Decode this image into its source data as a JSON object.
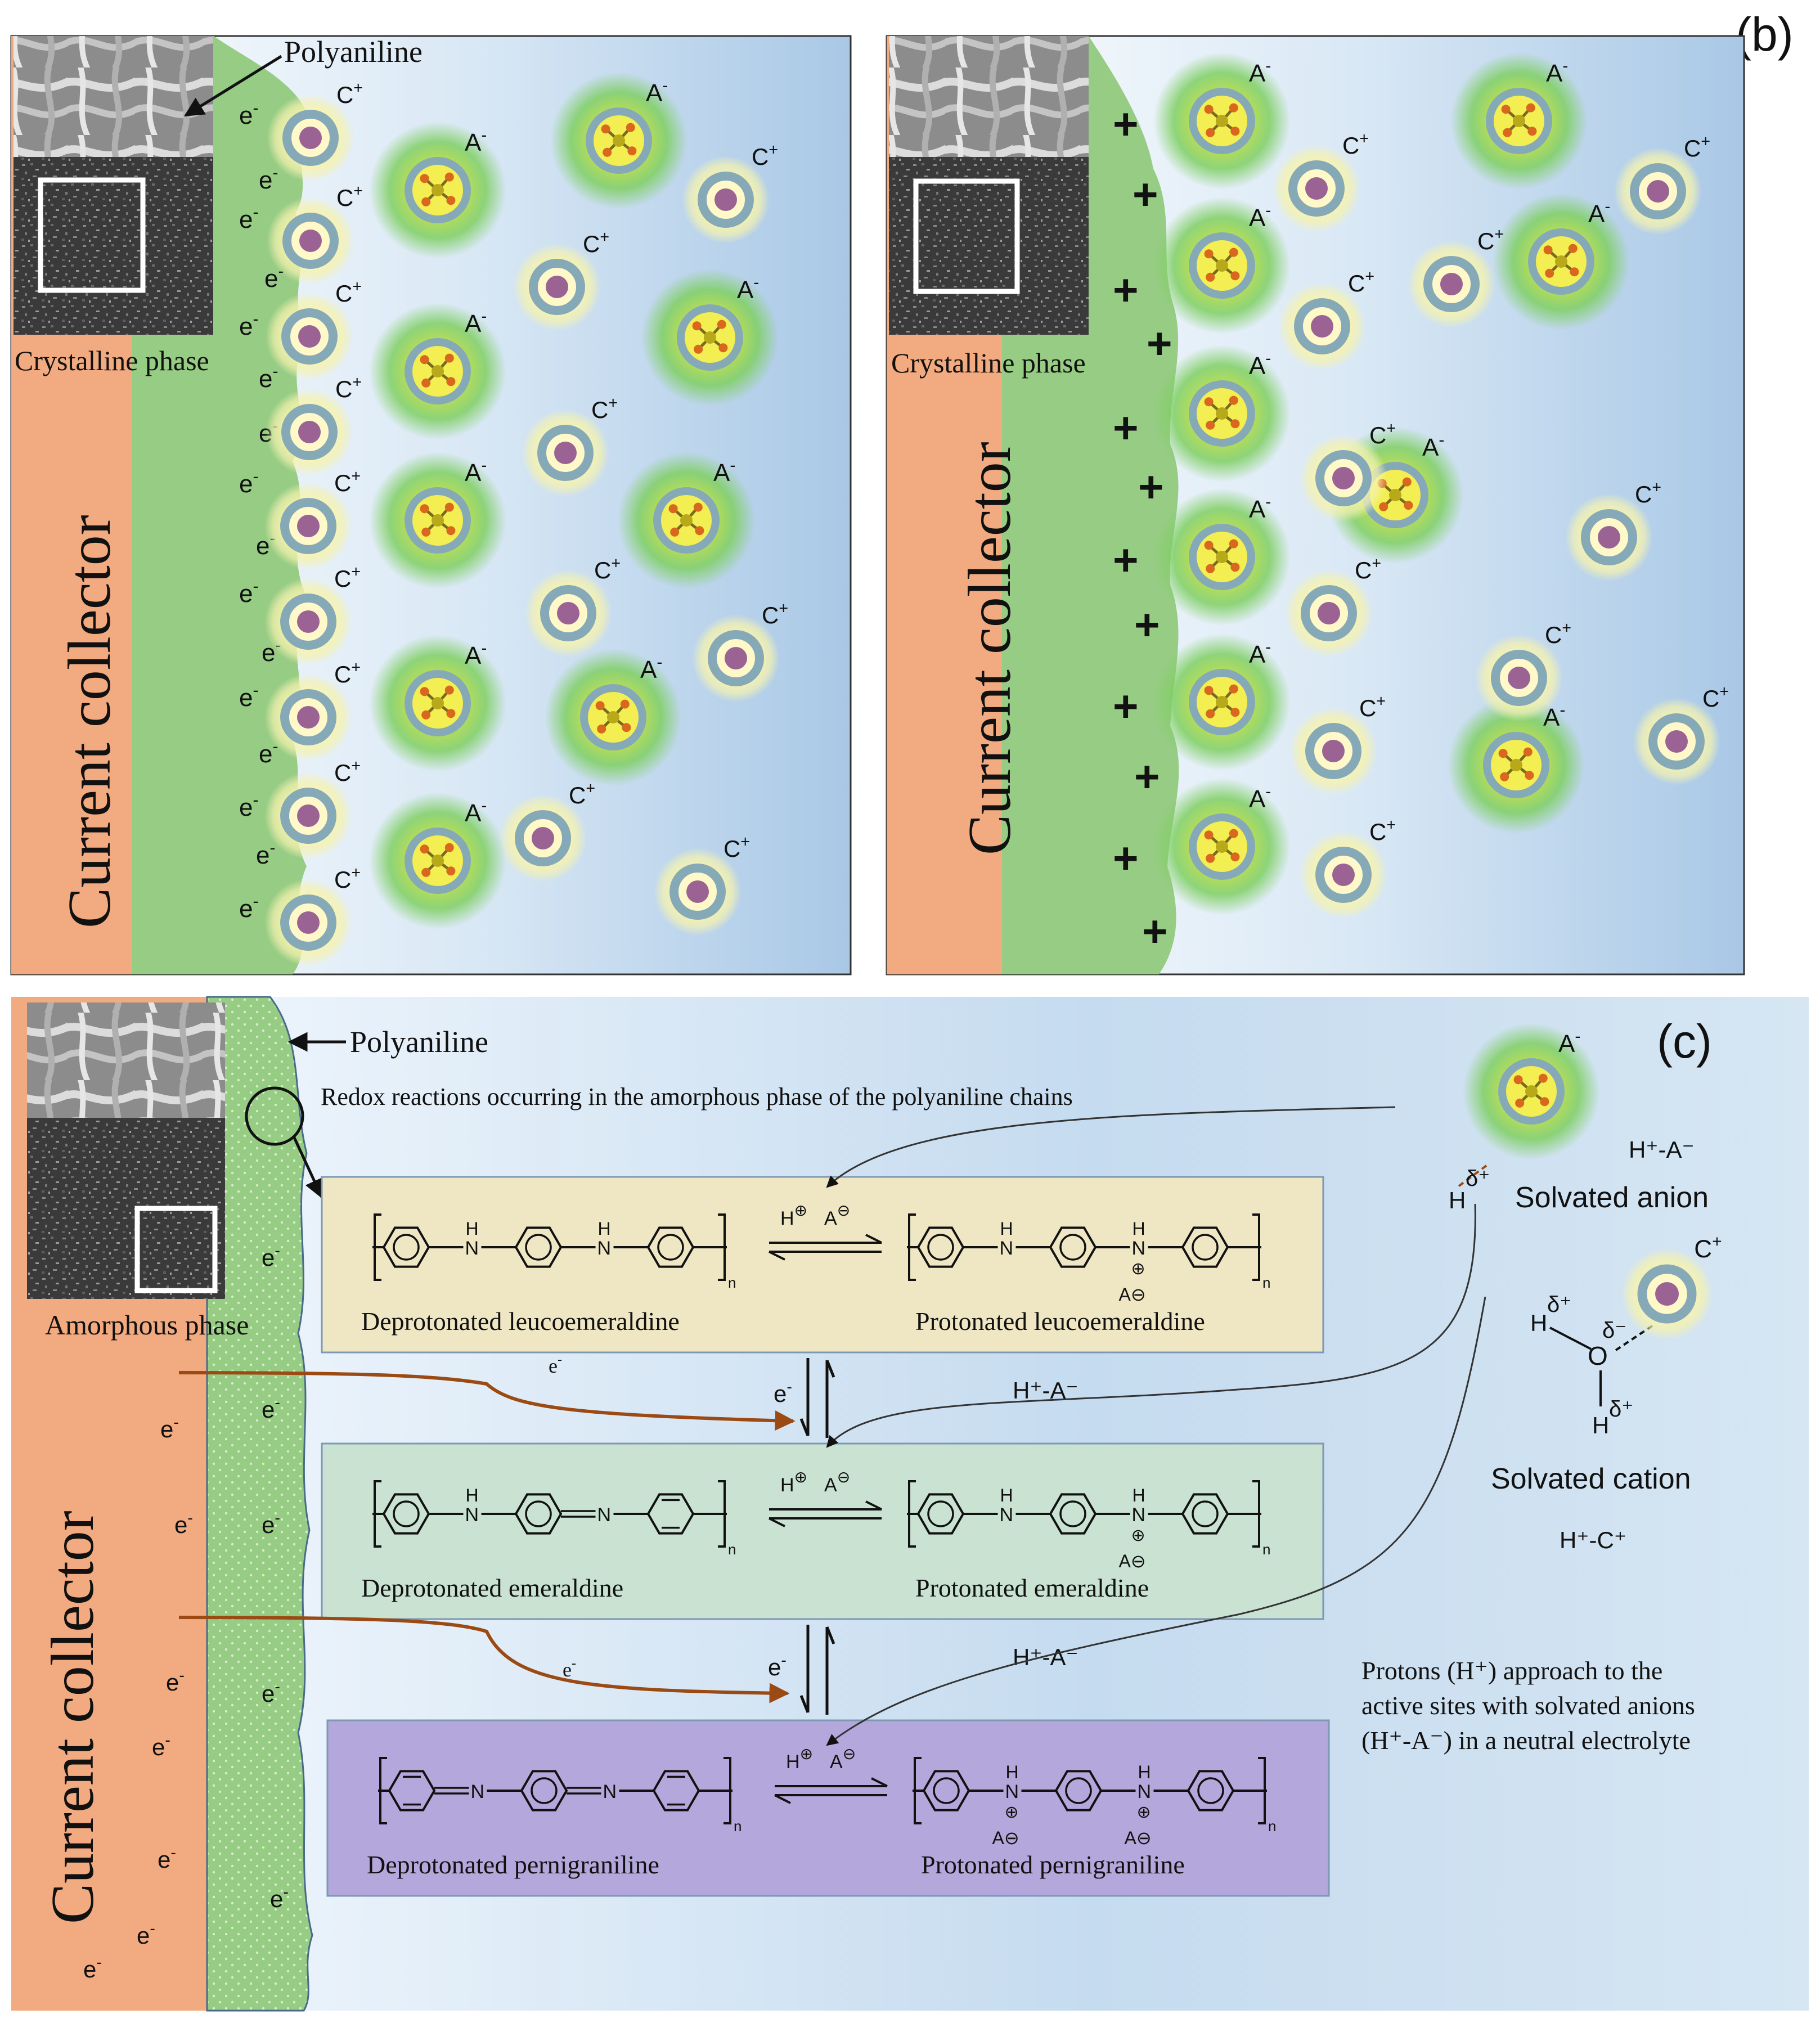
{
  "panel_b": {
    "label": "(b)",
    "left": {
      "polyaniline_label": "Polyaniline",
      "crystalline_label": "Crystalline phase",
      "collector_label": "Current collector",
      "electron": "e",
      "cation": "C",
      "anion": "A"
    },
    "right": {
      "crystalline_label": "Crystalline phase",
      "collector_label": "Current collector",
      "plus": "+",
      "cation": "C",
      "anion": "A"
    }
  },
  "panel_c": {
    "label": "(c)",
    "polyaniline_label": "Polyaniline",
    "amorphous_label": "Amorphous phase",
    "collector_label": "Current collector",
    "redox_text": "Redox reactions occurring in the amorphous phase of the polyaniline chains",
    "electron": "e",
    "n": "n",
    "proton": "H",
    "anion": "A",
    "cation": "C",
    "circled_plus": "⊕",
    "circled_minus": "⊖",
    "nitrogen": "N",
    "hydrogen": "H",
    "rows": [
      {
        "left": "Deprotonated leucoemeraldine",
        "right": "Protonated leucoemeraldine"
      },
      {
        "left": "Deprotonated emeraldine",
        "right": "Protonated emeraldine"
      },
      {
        "left": "Deprotonated pernigraniline",
        "right": "Protonated pernigraniline"
      }
    ],
    "between_pair": "H⁺-A⁻",
    "solvated_anion_label": "Solvated anion",
    "solvated_anion_pair": "H⁺-A⁻",
    "solvated_cation_label": "Solvated cation",
    "solvated_cation_pair": "H⁺-C⁺",
    "delta_plus": "δ⁺",
    "delta_minus": "δ⁻",
    "oxygen": "O",
    "note_lines": [
      "Protons (H⁺) approach to the",
      "active sites with solvated anions",
      "(H⁺-A⁻) in a neutral electrolyte"
    ]
  },
  "colors": {
    "collector": "#f2aa80",
    "polyaniline": "#97cc84",
    "electrolyte": "#b9d4ec",
    "cation_ring": "#86a9b8",
    "cation_core": "#9a6394",
    "anion_glow": "#7fcf63",
    "row1": "#efe6c4",
    "row2": "#c9e2d2",
    "row3": "#b3a7db",
    "electron_arrow": "#9a4a12"
  }
}
